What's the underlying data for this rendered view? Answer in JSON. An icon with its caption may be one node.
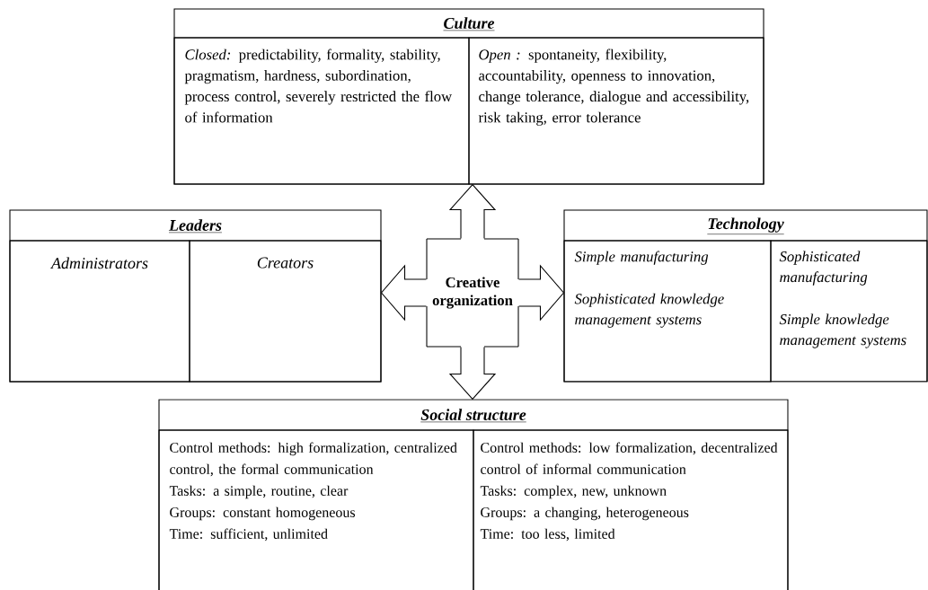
{
  "diagram": {
    "nodes": [
      {
        "text": [
          "Culture"
        ]
      },
      {
        "text": [
          "*Closed:* predictability, formality, stability, pragmatism, hardness, subordination, process control, severely restricted the flow of information"
        ],
        "in": 0
      },
      {
        "text": [
          "*Open :* spontaneity, flexibility, accountability, openness to innovation, change tolerance, dialogue and accessibility, risk taking, error tolerance"
        ],
        "in": 0
      },
      {
        "text": [
          "Leaders"
        ]
      },
      {
        "text": [
          "Administrators"
        ],
        "in": 3
      },
      {
        "text": [
          "Creators"
        ],
        "in": 3
      },
      {
        "text": [
          "Creative organization"
        ]
      },
      {
        "text": [
          "Technology"
        ]
      },
      {
        "text": [
          "Simple manufacturing",
          "Sophisticated knowledge management systems"
        ],
        "in": 7
      },
      {
        "text": [
          "Sophisticated manufacturing",
          "Simple knowledge management systems"
        ],
        "in": 7
      },
      {
        "text": [
          "Social structure"
        ]
      },
      {
        "text": [
          "Control methods: high formalization, centralized control, the formal communication",
          "Tasks: a simple, routine, clear",
          "Groups: constant homogeneous",
          "Time: sufficient, unlimited"
        ],
        "in": 10
      },
      {
        "text": [
          "Control methods: low formalization, decentralized control of informal communication",
          "Tasks: complex, new, unknown",
          "Groups: a changing, heterogeneous",
          "Time: too less, limited"
        ],
        "in": 10
      }
    ],
    "edges": [
      {
        "from": 6,
        "to": 0,
        "arrow": "to"
      },
      {
        "from": 6,
        "to": 3,
        "arrow": "to"
      },
      {
        "from": 6,
        "to": 7,
        "arrow": "to"
      },
      {
        "from": 6,
        "to": 10,
        "arrow": "to"
      }
    ]
  }
}
